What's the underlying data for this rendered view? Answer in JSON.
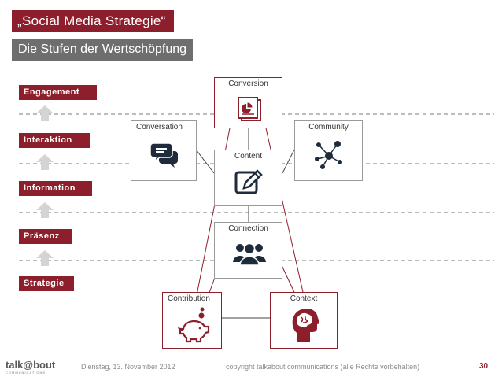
{
  "header": {
    "title": "„Social Media Strategie“",
    "subtitle": "Die Stufen der Wertschöpfung"
  },
  "levels": [
    "Engagement",
    "Interaktion",
    "Information",
    "Präsenz",
    "Strategie"
  ],
  "boxes": {
    "conversion": "Conversion",
    "conversation": "Conversation",
    "community": "Community",
    "content": "Content",
    "connection": "Connection",
    "contribution": "Contribution",
    "context": "Context"
  },
  "footer": {
    "logo": "talk@bout",
    "logo_sub": "COMMUNICATIONS",
    "date": "Dienstag, 13. November 2012",
    "copyright": "copyright talkabout communications (alle Rechte vorbehalten)",
    "page": "30"
  },
  "colors": {
    "accent": "#8d1f2c",
    "gray": "#6e6e6e"
  }
}
